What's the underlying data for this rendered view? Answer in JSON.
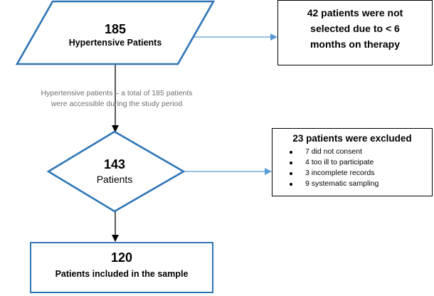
{
  "nodes": {
    "start": {
      "count": "185",
      "label": "Hypertensive Patients"
    },
    "middle": {
      "count": "143",
      "label": "Patients"
    },
    "final": {
      "count": "120",
      "label": "Patients included in the sample"
    }
  },
  "side_boxes": {
    "not_selected": {
      "line1": "42 patients were not",
      "line2": "selected due to < 6",
      "line3": "months on therapy"
    },
    "excluded": {
      "title": "23 patients were excluded",
      "reasons": [
        "7 did not consent",
        "4 too ill to participate",
        "3 incomplete records",
        "9 systematic sampling"
      ]
    }
  },
  "note": {
    "line1": "Hypertensive patients – a total of 185 patients",
    "line2": "were accessible during the study period"
  },
  "colors": {
    "outline": "#2e75b6",
    "side_arrow": "#5b9bd5",
    "main_arrow": "#000000"
  }
}
